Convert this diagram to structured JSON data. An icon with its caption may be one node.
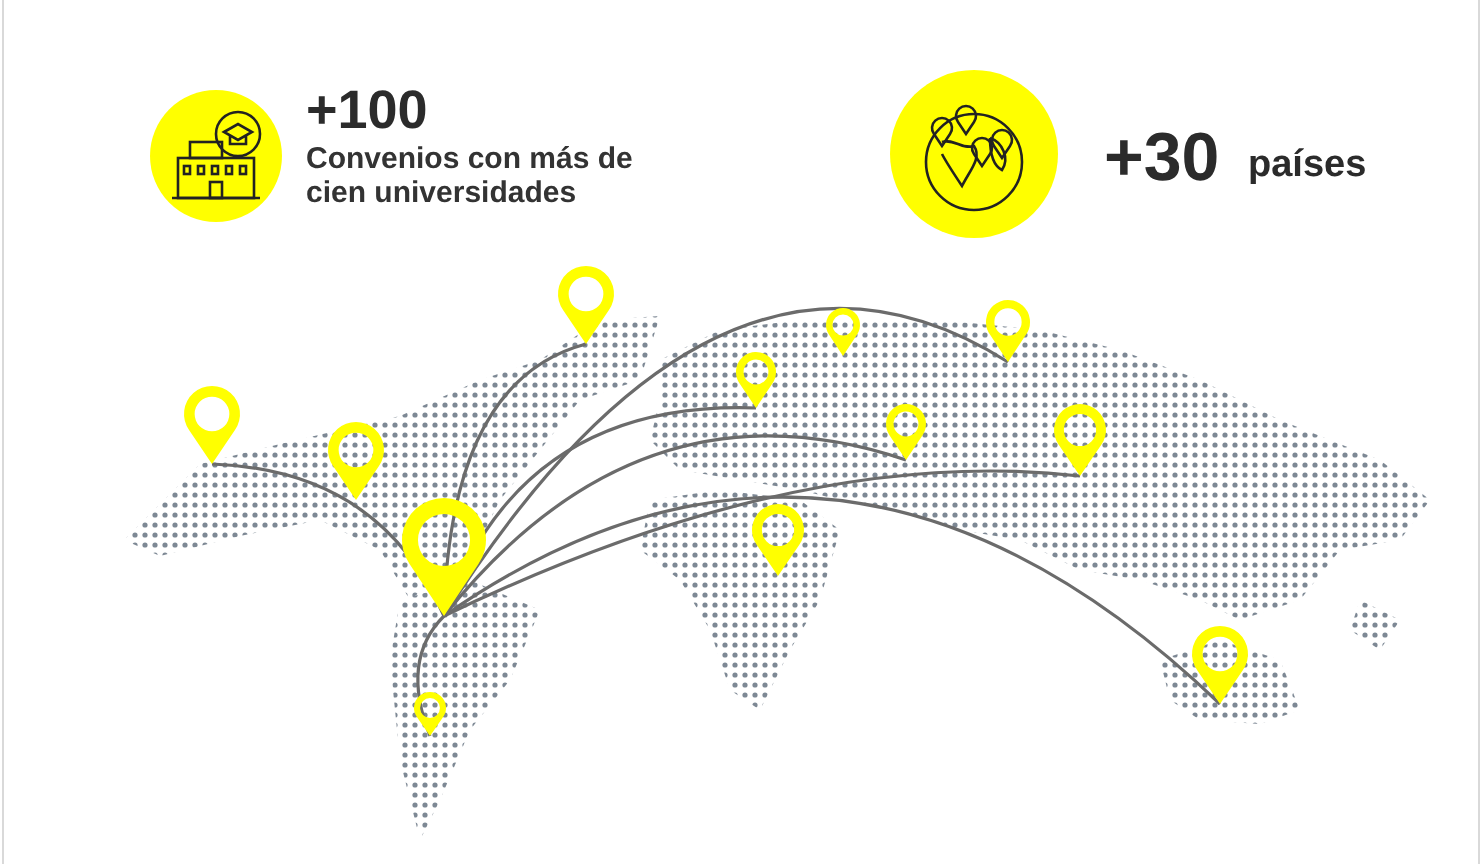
{
  "diagram": {
    "nodes": [
      {
        "text": [],
        "shape": "pin"
      },
      {
        "text": [],
        "shape": "pin"
      },
      {
        "text": [],
        "shape": "pin"
      },
      {
        "text": [],
        "shape": "pin"
      },
      {
        "text": [],
        "shape": "pin"
      },
      {
        "text": [],
        "shape": "pin"
      },
      {
        "text": [],
        "shape": "pin"
      },
      {
        "text": [],
        "shape": "pin"
      },
      {
        "text": [],
        "shape": "pin"
      },
      {
        "text": [],
        "shape": "pin"
      },
      {
        "text": [],
        "shape": "pin"
      },
      {
        "text": [],
        "shape": "pin"
      }
    ],
    "edges": [
      {
        "from": 4,
        "to": 9,
        "arrow": "none"
      },
      {
        "from": 9,
        "to": 0,
        "arrow": "none"
      },
      {
        "from": 9,
        "to": 2,
        "arrow": "none"
      },
      {
        "from": 9,
        "to": 3,
        "arrow": "none"
      },
      {
        "from": 9,
        "to": 5,
        "arrow": "none"
      },
      {
        "from": 9,
        "to": 6,
        "arrow": "none"
      },
      {
        "from": 9,
        "to": 10,
        "arrow": "none"
      },
      {
        "from": 9,
        "to": 11,
        "arrow": "none"
      }
    ],
    "labels": [
      "+100",
      "Convenios con más de cien universidades",
      "+30",
      "países"
    ]
  }
}
